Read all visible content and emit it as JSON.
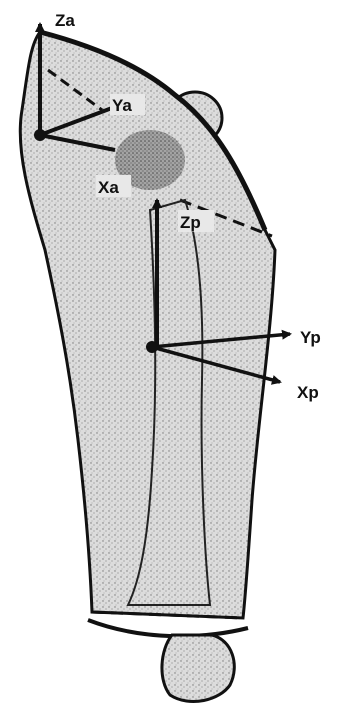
{
  "figure": {
    "labels": {
      "za": "Za",
      "ya": "Ya",
      "xa": "Xa",
      "zp": "Zp",
      "yp": "Yp",
      "xp": "Xp"
    },
    "colors": {
      "ink": "#111111",
      "bone_fill": "#d9d9d9",
      "stipple": "#6f6f6f",
      "background": "#ffffff"
    }
  }
}
